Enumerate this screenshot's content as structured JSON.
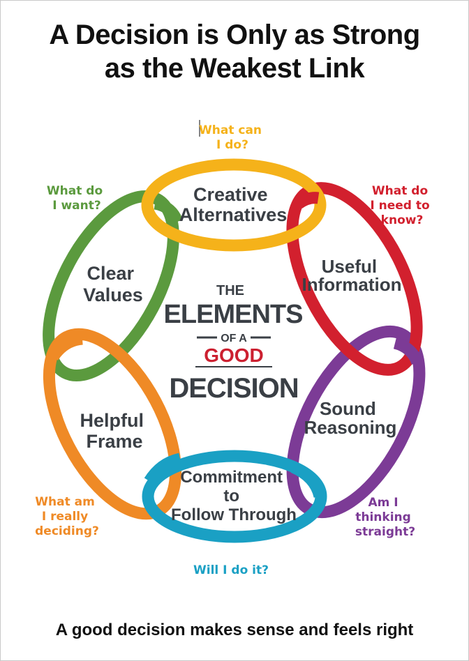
{
  "title": {
    "line1": "A Decision is Only as Strong",
    "line2": "as the Weakest Link"
  },
  "center": {
    "the": "THE",
    "elements": "ELEMENTS",
    "of_a": "OF A",
    "good": "GOOD",
    "decision": "DECISION"
  },
  "links": [
    {
      "label_lines": [
        "Creative",
        "Alternatives"
      ],
      "question_lines": [
        "What can",
        "I do?"
      ],
      "color": "#f5b21a"
    },
    {
      "label_lines": [
        "Useful",
        "Information"
      ],
      "question_lines": [
        "What do",
        "I need to",
        "know?"
      ],
      "color": "#d2202e"
    },
    {
      "label_lines": [
        "Sound",
        "Reasoning"
      ],
      "question_lines": [
        "Am I",
        "thinking",
        "straight?"
      ],
      "color": "#7c3b96"
    },
    {
      "label_lines": [
        "Commitment",
        "to",
        "Follow Through"
      ],
      "question_lines": [
        "Will I do it?"
      ],
      "color": "#1aa0c4"
    },
    {
      "label_lines": [
        "Helpful",
        "Frame"
      ],
      "question_lines": [
        "What am",
        "I really",
        "deciding?"
      ],
      "color": "#ef8a26"
    },
    {
      "label_lines": [
        "Clear",
        "Values"
      ],
      "question_lines": [
        "What do",
        "I want?"
      ],
      "color": "#5b9a3e"
    }
  ],
  "colors": {
    "center_text": "#3a3f45",
    "good_text": "#cc2030"
  },
  "footer": "A good decision makes sense and feels right"
}
